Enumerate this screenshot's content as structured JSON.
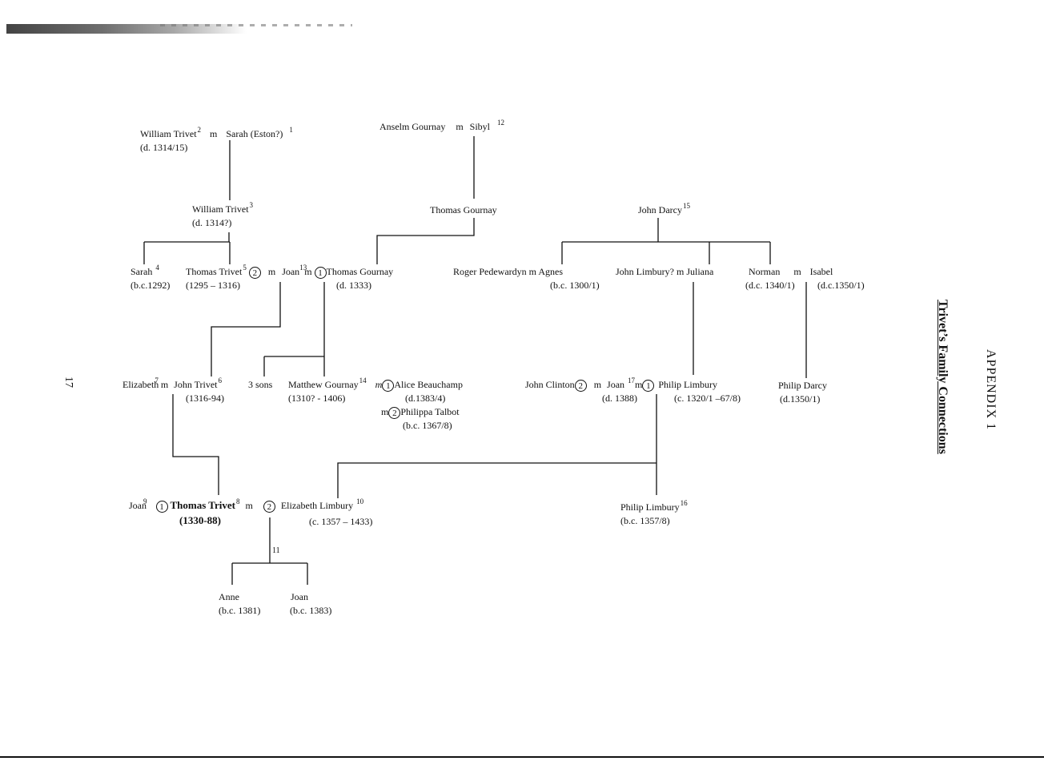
{
  "page": {
    "appendix_title": "APPENDIX 1",
    "subtitle": "Trivet’s Family Connections",
    "page_number": "17"
  },
  "people": {
    "william_trivet_sr": {
      "name": "William Trivet",
      "ref": "2",
      "dates": "(d. 1314/15)"
    },
    "sarah_eston": {
      "name": "Sarah (Eston?)",
      "ref": "1"
    },
    "anselm_gournay": {
      "name": "Anselm Gournay"
    },
    "sibyl": {
      "name": "Sibyl",
      "ref": "12"
    },
    "william_trivet_jr": {
      "name": "William Trivet",
      "ref": "3",
      "dates": "(d. 1314?)"
    },
    "thomas_gournay_sr": {
      "name": "Thomas Gournay"
    },
    "john_darcy": {
      "name": "John Darcy",
      "ref": "15"
    },
    "sarah": {
      "name": "Sarah",
      "ref": "4",
      "dates": "(b.c.1292)"
    },
    "thomas_trivet_sr": {
      "name": "Thomas Trivet",
      "ref": "5",
      "dates": "(1295 – 1316)"
    },
    "joan_13": {
      "name": "Joan",
      "ref": "13"
    },
    "thomas_gournay": {
      "name": "Thomas Gournay",
      "dates": "(d. 1333)"
    },
    "roger_pedewardyn": {
      "name": "Roger Pedewardyn"
    },
    "agnes": {
      "name": "Agnes",
      "dates": "(b.c. 1300/1)"
    },
    "john_limbury": {
      "name": "John Limbury?"
    },
    "juliana": {
      "name": "Juliana"
    },
    "norman": {
      "name": "Norman",
      "dates": "(d.c. 1340/1)"
    },
    "isabel": {
      "name": "Isabel",
      "dates": "(d.c.1350/1)"
    },
    "elizabeth_7": {
      "name": "Elizabeth",
      "ref": "7"
    },
    "john_trivet": {
      "name": "John Trivet",
      "ref": "6",
      "dates": "(1316-94)"
    },
    "three_sons": {
      "name": "3 sons"
    },
    "matthew_gournay": {
      "name": "Matthew Gournay",
      "ref": "14",
      "dates": "(1310? - 1406)"
    },
    "alice_beauchamp": {
      "name": "Alice Beauchamp",
      "dates": "(d.1383/4)"
    },
    "philippa_talbot": {
      "name": "Philippa Talbot",
      "dates": "(b.c. 1367/8)"
    },
    "john_clinton": {
      "name": "John Clinton"
    },
    "joan_17": {
      "name": "Joan",
      "ref": "17",
      "dates": "(d. 1388)"
    },
    "philip_limbury_sr": {
      "name": "Philip Limbury",
      "dates": "(c. 1320/1 –67/8)"
    },
    "philip_darcy": {
      "name": "Philip Darcy",
      "dates": "(d.1350/1)"
    },
    "joan_9": {
      "name": "Joan",
      "ref": "9"
    },
    "thomas_trivet": {
      "name": "Thomas Trivet",
      "ref": "8",
      "dates": "(1330-88)"
    },
    "elizabeth_limbury": {
      "name": "Elizabeth Limbury",
      "ref": "10",
      "dates": "(c. 1357 – 1433)"
    },
    "philip_limbury_jr": {
      "name": "Philip Limbury",
      "ref": "16",
      "dates": "(b.c. 1357/8)"
    },
    "children_ref": "11",
    "anne": {
      "name": "Anne",
      "dates": "(b.c. 1381)"
    },
    "joan_child": {
      "name": "Joan",
      "dates": "(b.c. 1383)"
    }
  },
  "symbols": {
    "married": "m",
    "first": "1",
    "second": "2"
  }
}
